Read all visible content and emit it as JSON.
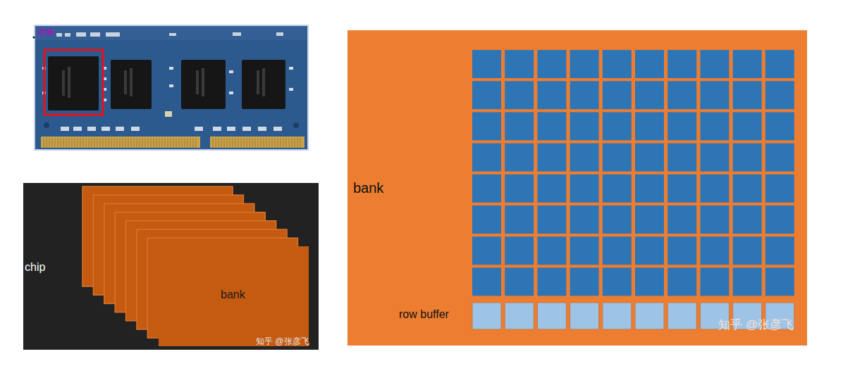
{
  "diagram": {
    "nodes": [
      {
        "text": [
          "chip"
        ]
      },
      {
        "text": [
          "bank"
        ],
        "in": 0
      },
      {
        "text": [
          "bank",
          "row buffer"
        ]
      }
    ],
    "labels": [
      "边缘",
      "知乎 @张彦飞",
      "知乎 @张彦飞"
    ]
  }
}
